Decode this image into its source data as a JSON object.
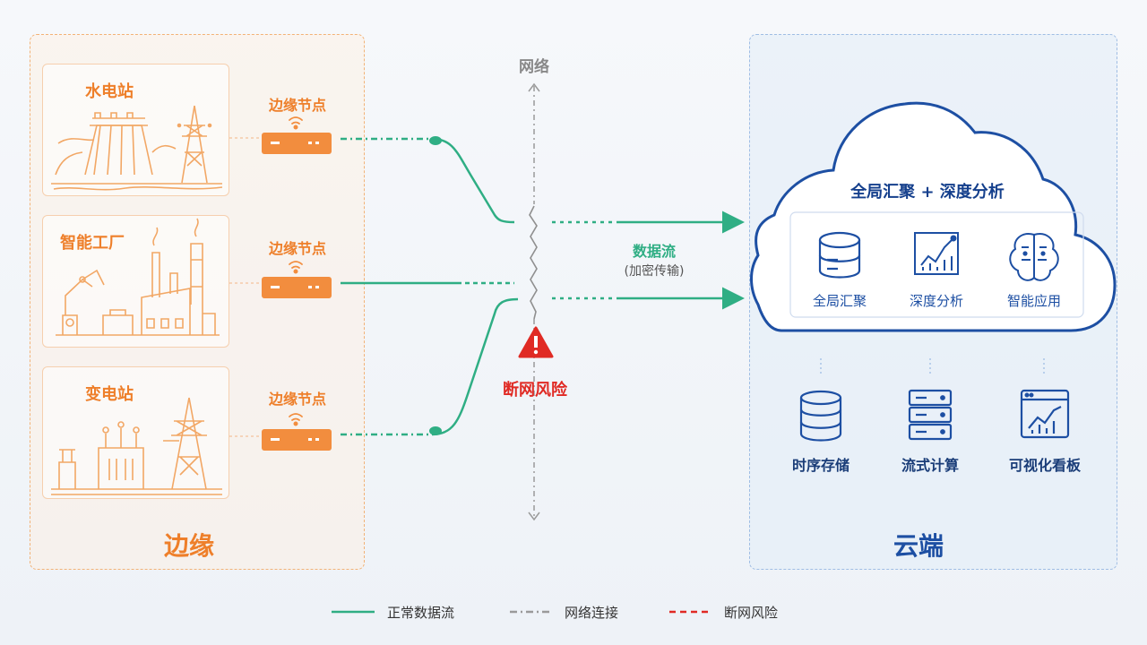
{
  "edge": {
    "zone_title": "边缘",
    "node_label": "边缘节点",
    "sites": [
      {
        "name": "水电站",
        "icon": "hydro-dam-icon"
      },
      {
        "name": "智能工厂",
        "icon": "smart-factory-icon"
      },
      {
        "name": "变电站",
        "icon": "substation-icon"
      }
    ]
  },
  "network": {
    "label": "网络",
    "risk_label": "断网风险",
    "flow_label": "数据流",
    "flow_sub": "(加密传输)"
  },
  "cloud": {
    "zone_title": "云端",
    "title": "全局汇聚 + 深度分析",
    "items": [
      {
        "label": "全局汇聚",
        "icon": "database-icon"
      },
      {
        "label": "深度分析",
        "icon": "analytics-chart-icon"
      },
      {
        "label": "智能应用",
        "icon": "brain-icon"
      }
    ],
    "services": [
      {
        "label": "时序存储",
        "icon": "database-stack-icon"
      },
      {
        "label": "流式计算",
        "icon": "server-rack-icon"
      },
      {
        "label": "可视化看板",
        "icon": "dashboard-chart-icon"
      }
    ]
  },
  "legend": [
    {
      "label": "正常数据流",
      "color": "#2fae84"
    },
    {
      "label": "网络连接",
      "color": "#9a9a9a"
    },
    {
      "label": "断网风险",
      "color": "#e02a24"
    }
  ],
  "colors": {
    "edge_accent": "#ee7f2a",
    "cloud_accent": "#1d4fa3",
    "flow_green": "#2fae84",
    "risk_red": "#e02a24"
  }
}
